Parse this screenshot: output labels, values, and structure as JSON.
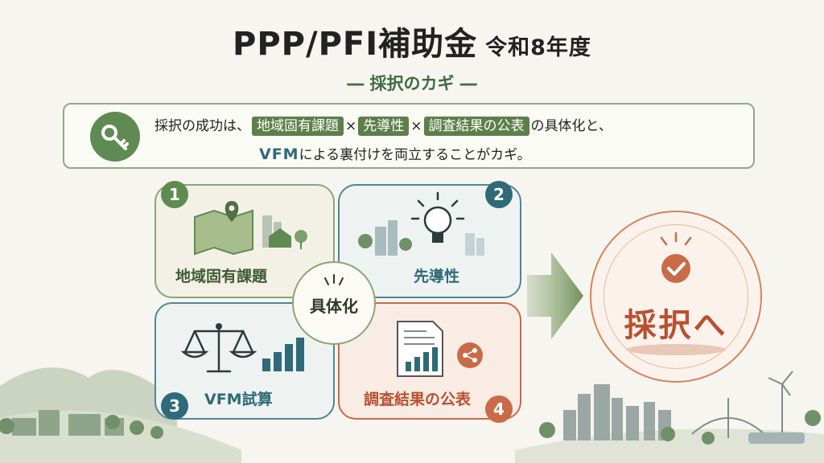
{
  "header": {
    "title": "PPP/PFI補助金",
    "title_sub": "令和8年度",
    "subtitle": "― 採択のカギ ―"
  },
  "banner": {
    "text_before": "採択の成功は、",
    "tag1": "地域固有課題",
    "times1": "×",
    "tag2": "先導性",
    "times2": "×",
    "tag3": "調査結果の公表",
    "text_after": "の具体化と、",
    "vfm": "VFM",
    "line2_rest": "による裏付けを両立することがカギ。",
    "icon": "key-icon"
  },
  "cards": [
    {
      "number": "1",
      "label": "地域固有課題",
      "icon": "map-pin-icon"
    },
    {
      "number": "2",
      "label": "先導性",
      "icon": "lightbulb-icon"
    },
    {
      "number": "3",
      "label": "VFM試算",
      "icon": "scale-icon"
    },
    {
      "number": "4",
      "label": "調査結果の公表",
      "icon": "report-share-icon"
    }
  ],
  "center": {
    "label": "具体化"
  },
  "result": {
    "label": "採択へ",
    "icon": "check-icon"
  },
  "colors": {
    "green": "#5f8a52",
    "teal": "#2f6a78",
    "orange": "#c96b47",
    "background": "#f7f5ef"
  }
}
